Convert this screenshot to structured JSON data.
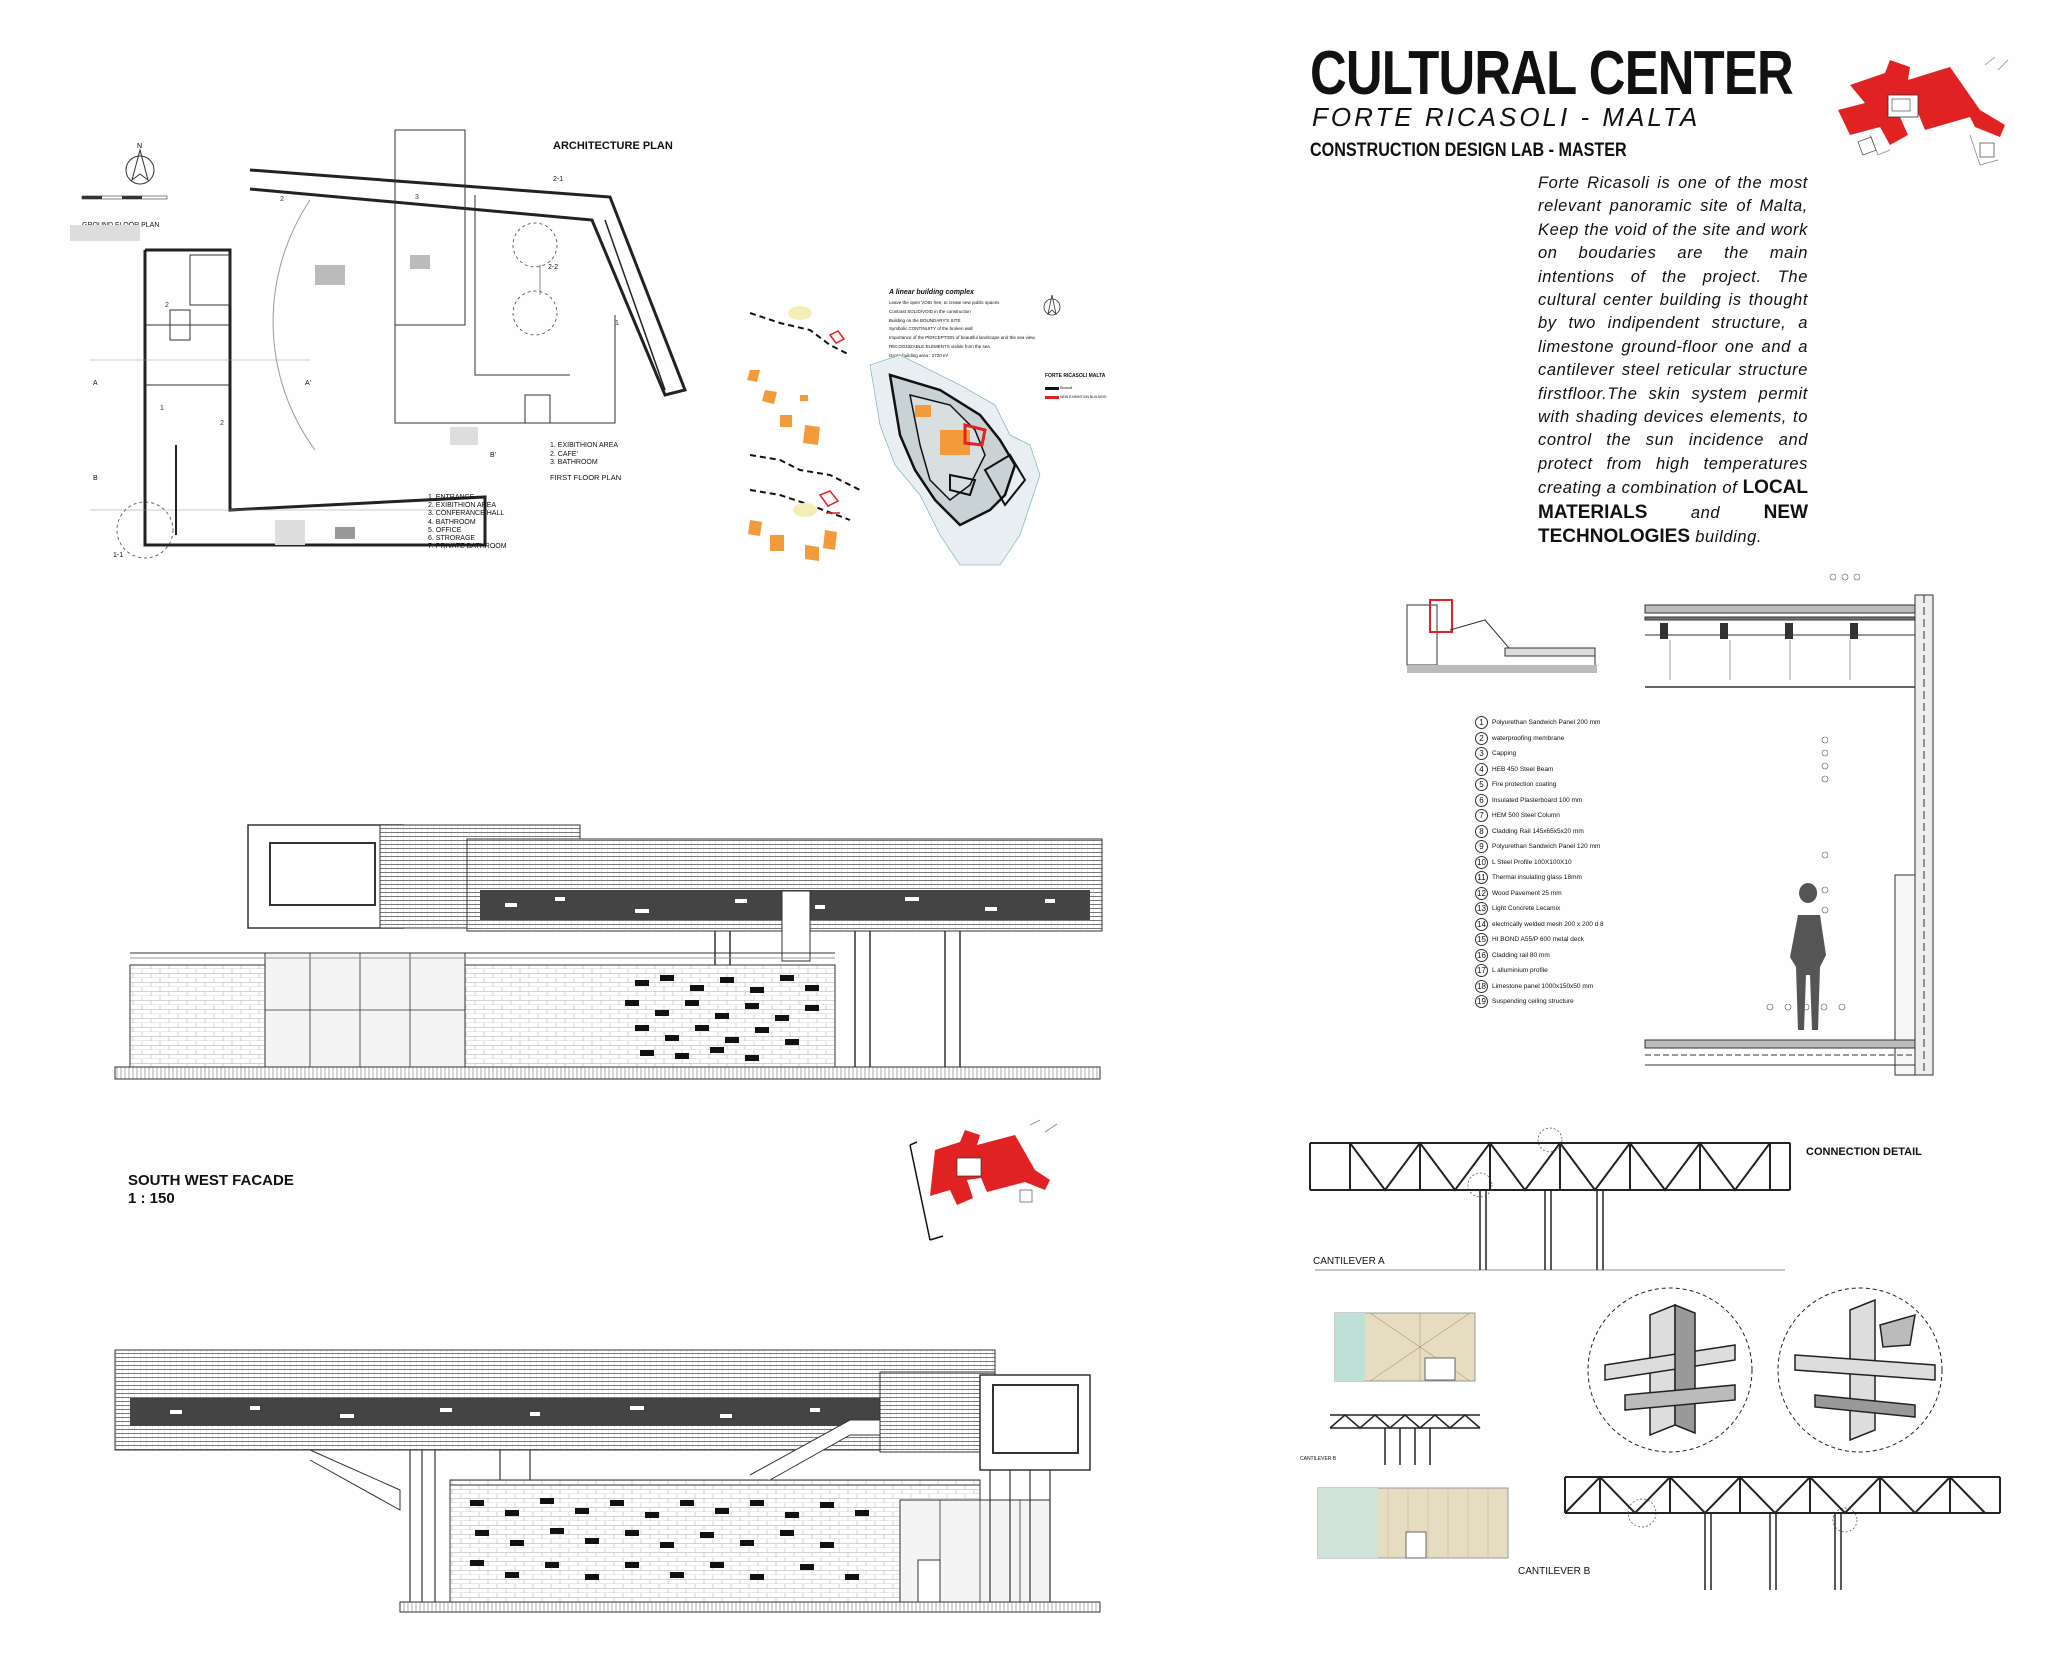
{
  "header": {
    "title": "CULTURAL CENTER",
    "subtitle": "FORTE RICASOLI - MALTA",
    "course": "CONSTRUCTION DESIGN LAB - MASTER"
  },
  "description": {
    "part1": "Forte Ricasoli is one of the most relevant panoramic site of Malta, Keep the void of the site and work on boudaries are the main intentions of the project. The cultural center building is thought by two indipendent structure, a limestone ground-floor one and a cantilever steel reticular structure firstfloor.The skin system permit with shading devices elements, to control the sun incidence and protect from high temperatures creating a combination of",
    "emph1": "LOCAL MATERIALS",
    "part2": "and",
    "emph2": "NEW TECHNOLOGIES",
    "part3": "building."
  },
  "plan": {
    "heading": "ARCHITECTURE PLAN",
    "ground_floor_label": "GROUND FLOOR PLAN",
    "first_floor_label": "FIRST FLOOR PLAN",
    "first_floor_legend": [
      "1. EXIBITHION AREA",
      "2. CAFE'",
      "3. BATHROOM"
    ],
    "ground_floor_legend": [
      "1. ENTRANCE",
      "2. EXIBITHION AREA",
      "3. CONFERANCE HALL",
      "4. BATHROOM",
      "5. OFFICE",
      "6. STRORAGE",
      "7. PRIVATE BATHROOM"
    ],
    "section_marks": [
      "2-1",
      "2-2",
      "1-1",
      "A",
      "A'",
      "B",
      "B'"
    ]
  },
  "site_map": {
    "heading": "A linear building complex",
    "notes": [
      "Leave the open VOID free, to create new public spaces",
      "Contrast SOLID/VOID in the construction",
      "Building on the BOUNDARY'S SITE",
      "Symbolic CONTINUITY of the broken wall",
      "Importance of the PERCEPTION of beautiful landscape and the sea view,",
      "RECOGNIZABLE ELEMENTS visible from the sea",
      "Gross building area : 2720 m²"
    ],
    "legend_title": "FORTE RICASOLI MALTA",
    "legend_items": [
      "Ricasoli",
      "NEW EXHIBITION BUILDING"
    ]
  },
  "facade": {
    "title": "SOUTH WEST FACADE",
    "scale": "1 : 150"
  },
  "detail_legend": [
    {
      "n": "1",
      "t": "Polyurethan Sandwich Panel 200 mm"
    },
    {
      "n": "2",
      "t": "waterproofing membrane"
    },
    {
      "n": "3",
      "t": "Capping"
    },
    {
      "n": "4",
      "t": "HEB 450 Steel Beam"
    },
    {
      "n": "5",
      "t": "Fire protection coating"
    },
    {
      "n": "6",
      "t": "Insulated Plasterboard 100 mm"
    },
    {
      "n": "7",
      "t": "HEM 500 Steel Column"
    },
    {
      "n": "8",
      "t": "Cladding Rail 145x65x5x20 mm"
    },
    {
      "n": "9",
      "t": "Polyurethan Sandwich Panel 120 mm"
    },
    {
      "n": "10",
      "t": "L Steel Profile 100X100X10"
    },
    {
      "n": "11",
      "t": "Thermal insulating glass 18mm"
    },
    {
      "n": "12",
      "t": "Wood Pavement 25 mm"
    },
    {
      "n": "13",
      "t": "Light Concrete Lecamix"
    },
    {
      "n": "14",
      "t": "electrically welded mesh 200 x 200 d 8"
    },
    {
      "n": "15",
      "t": "HI BOND A55/P 600 metal deck"
    },
    {
      "n": "16",
      "t": "Cladding rail 80 mm"
    },
    {
      "n": "17",
      "t": "L alluminium profile"
    },
    {
      "n": "18",
      "t": "Limestone panel 1000x150x50 mm"
    },
    {
      "n": "19",
      "t": "Suspending ceiling structure"
    }
  ],
  "structure": {
    "connection_detail": "CONNECTION DETAIL",
    "cantilever_a": "CANTILEVER A",
    "cantilever_b": "CANTILEVER B",
    "cantilever_b_small": "CANTILEVER B"
  },
  "colors": {
    "accent_red": "#e02222",
    "orange": "#f39a3a",
    "pale_yellow": "#f3efb4"
  }
}
